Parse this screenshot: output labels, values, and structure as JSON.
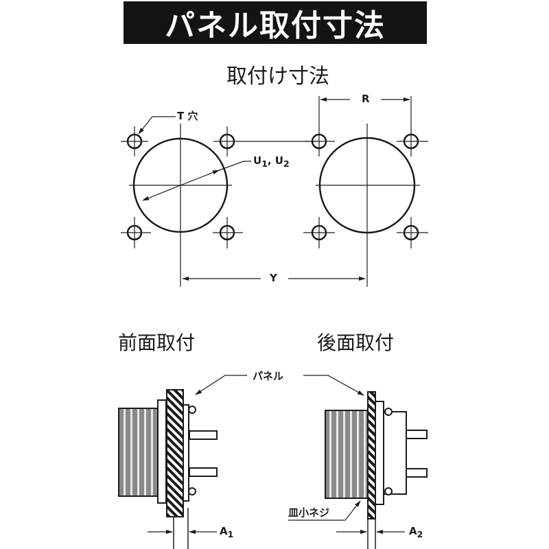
{
  "title": "パネル取付寸法",
  "mounting_dimensions": {
    "heading": "取付け寸法",
    "labels": {
      "hole": "T 穴",
      "diameter": "U1, U2",
      "diameter_main": "U",
      "diameter_sub1": "1",
      "diameter_sep": ", U",
      "diameter_sub2": "2",
      "pitch": "R",
      "spacing": "Y"
    }
  },
  "front_mount": {
    "heading": "前面取付",
    "dimension_main": "A",
    "dimension_sub": "1"
  },
  "rear_mount": {
    "heading": "後面取付",
    "dimension_main": "A",
    "dimension_sub": "2",
    "screw_label": "皿小ネジ"
  },
  "panel_label": "パネル",
  "colors": {
    "ink": "#1a1a1a",
    "title_bg": "#141414",
    "title_fg": "#ffffff"
  }
}
